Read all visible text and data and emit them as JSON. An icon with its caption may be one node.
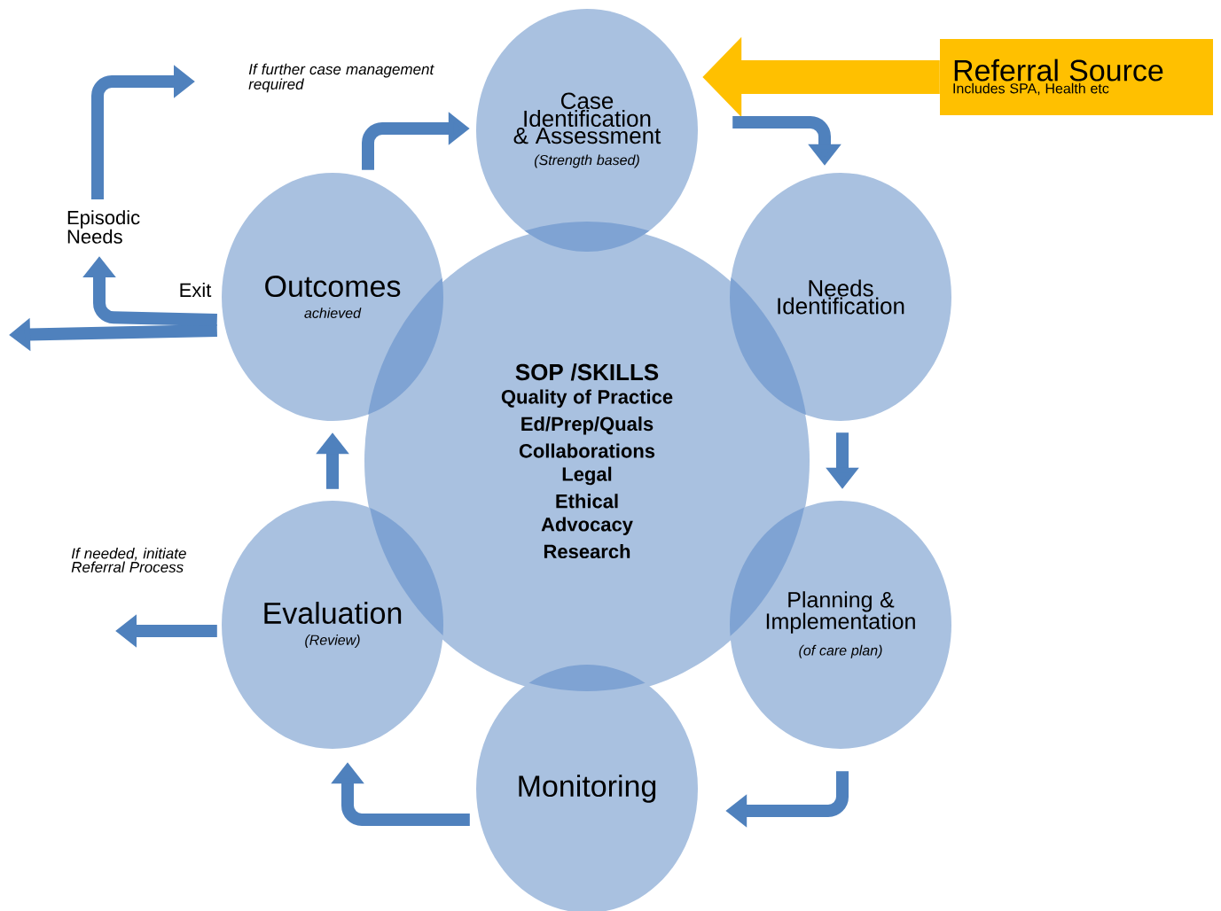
{
  "diagram": {
    "nodes": [
      {
        "text": [
          "SOP /SKILLS",
          "Quality of Practice",
          "Ed/Prep/Quals",
          "Collaborations",
          "Legal",
          "Ethical",
          "Advocacy",
          "Research"
        ]
      },
      {
        "text": [
          "Case Identification & Assessment",
          "(Strength based)"
        ]
      },
      {
        "text": [
          "Needs Identification"
        ]
      },
      {
        "text": [
          "Planning & Implementation",
          "(of care plan)"
        ]
      },
      {
        "text": [
          "Monitoring"
        ]
      },
      {
        "text": [
          "Evaluation",
          "(Review)"
        ]
      },
      {
        "text": [
          "Outcomes",
          "achieved"
        ]
      },
      {
        "text": [
          "Referral Source",
          "Includes SPA, Health etc"
        ]
      },
      {
        "text": [
          "Episodic Needs"
        ]
      }
    ],
    "edges": [
      {
        "from": 7,
        "to": 1,
        "arrow": "to",
        "style": "thick",
        "color": "#ffc000"
      },
      {
        "from": 1,
        "to": 2,
        "arrow": "to"
      },
      {
        "from": 2,
        "to": 3,
        "arrow": "to"
      },
      {
        "from": 3,
        "to": 4,
        "arrow": "to"
      },
      {
        "from": 4,
        "to": 5,
        "arrow": "to"
      },
      {
        "from": 5,
        "to": 6,
        "arrow": "to"
      },
      {
        "from": 6,
        "to": 1,
        "arrow": "to"
      },
      {
        "from": 6,
        "to": null,
        "arrow": "to",
        "label": "Exit"
      },
      {
        "from": 6,
        "to": 8,
        "arrow": "to"
      },
      {
        "from": 8,
        "to": null,
        "arrow": "to",
        "label": "If further case management required"
      },
      {
        "from": 5,
        "to": null,
        "arrow": "to",
        "label": "If needed, initiate Referral Process"
      }
    ]
  }
}
